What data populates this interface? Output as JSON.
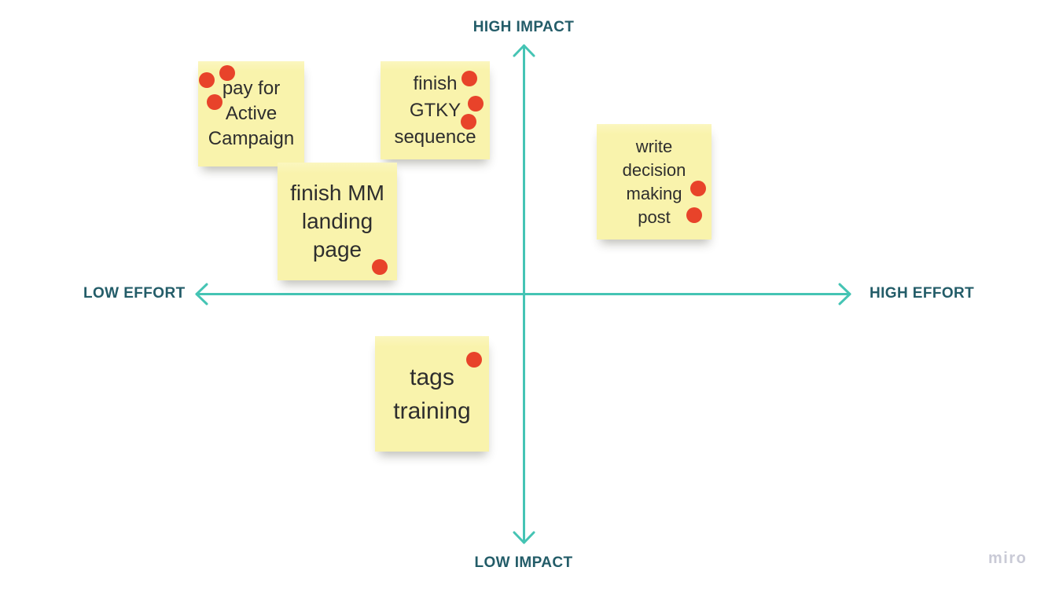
{
  "board": {
    "watermark": "miro",
    "background_color": "#ffffff"
  },
  "axes": {
    "axis_color": "#45c4b4",
    "label_color": "#235c68",
    "labels": {
      "top": "HIGH IMPACT",
      "bottom": "LOW IMPACT",
      "left": "LOW EFFORT",
      "right": "HIGH EFFORT"
    }
  },
  "style": {
    "note_color": "#f9f3ac",
    "vote_dot_color": "#e8432a",
    "note_text_color": "#2e2e2e"
  },
  "notes": [
    {
      "id": "pay-for-active-campaign",
      "lines": [
        "pay for",
        "Active",
        "Campaign"
      ],
      "vote_dots": 3,
      "quadrant": "high-impact / low-effort"
    },
    {
      "id": "finish-gtky-sequence",
      "lines": [
        "finish",
        "GTKY",
        "sequence"
      ],
      "vote_dots": 3,
      "quadrant": "high-impact / low-effort"
    },
    {
      "id": "finish-mm-landing-page",
      "lines": [
        "finish MM",
        "landing",
        "page"
      ],
      "vote_dots": 1,
      "quadrant": "high-impact / low-effort"
    },
    {
      "id": "write-decision-making-post",
      "lines": [
        "write",
        "decision",
        "making",
        "post"
      ],
      "vote_dots": 2,
      "quadrant": "high-impact / high-effort"
    },
    {
      "id": "tags-training",
      "lines": [
        "tags",
        "training"
      ],
      "vote_dots": 1,
      "quadrant": "low-impact / low-effort"
    }
  ]
}
